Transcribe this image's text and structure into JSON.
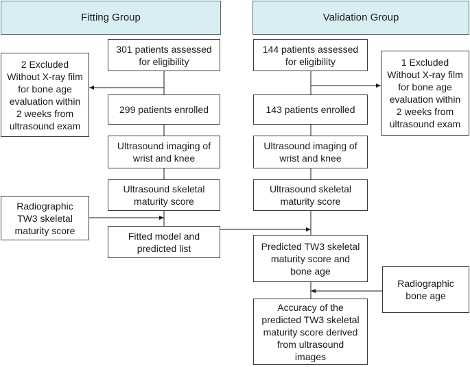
{
  "headers": {
    "fitting": "Fitting Group",
    "validation": "Validation Group"
  },
  "fitting": {
    "assessed": "301 patients assessed\nfor eligibility",
    "excluded": "2 Excluded\nWithout X-ray film\nfor bone age\nevaluation within\n2 weeks from\nultrasound exam",
    "enrolled": "299 patients enrolled",
    "imaging": "Ultrasound imaging of\nwrist and knee",
    "skeletal_score": "Ultrasound skeletal\nmaturity score",
    "radiographic_tw3": "Radiographic\nTW3 skeletal\nmaturity score",
    "fitted_model": "Fitted model and\npredicted list"
  },
  "validation": {
    "assessed": "144 patients assessed\nfor eligibility",
    "excluded": "1 Excluded\nWithout X-ray film\nfor bone age\nevaluation within\n2 weeks from\nultrasound exam",
    "enrolled": "143 patients enrolled",
    "imaging": "Ultrasound imaging of\nwrist and knee",
    "skeletal_score": "Ultrasound skeletal\nmaturity score",
    "predicted": "Predicted TW3 skeletal\nmaturity score and\nbone age",
    "radiographic_bone_age": "Radiographic\nbone age",
    "accuracy": "Accuracy of the\npredicted TW3 skeletal\nmaturity score derived\nfrom ultrasound\nimages"
  }
}
